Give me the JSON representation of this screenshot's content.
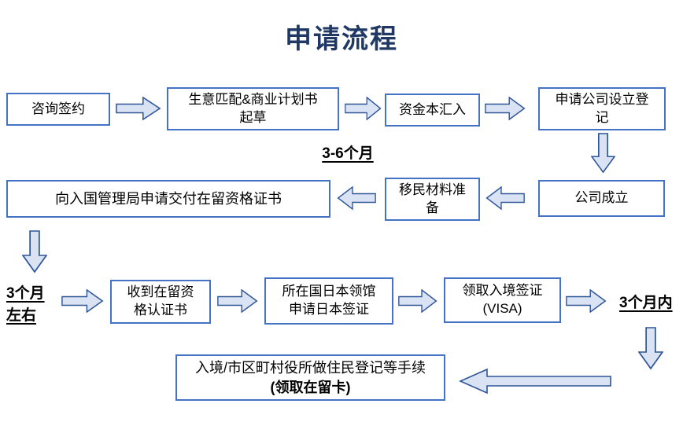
{
  "title": "申请流程",
  "colors": {
    "title_color": "#1f3864",
    "box_border": "#4472c4",
    "arrow_fill": "#dae3f3",
    "arrow_stroke": "#2e5597",
    "text_color": "#000000"
  },
  "nodes": {
    "consult": "咨询签约",
    "business_match": "生意匹配&商业计划书\n起草",
    "capital_remit": "资金本汇入",
    "company_register": "申请公司设立登\n记",
    "apply_coe": "向入国管理局申请交付在留资格证书",
    "materials": "移民材料准\n备",
    "company_established": "公司成立",
    "receive_coe": "收到在留资\n格认证书",
    "consulate_visa": "所在国日本领馆\n申请日本签证",
    "receive_visa": "领取入境签证\n(VISA)",
    "entry_line1": "入境/市区町村役所做住民登记等手续",
    "entry_line2": "(领取在留卡)"
  },
  "labels": {
    "duration_3_6_months": "3-6个月",
    "duration_3_months_approx": "3个月\n左右",
    "duration_3_months_within": "3个月内"
  }
}
